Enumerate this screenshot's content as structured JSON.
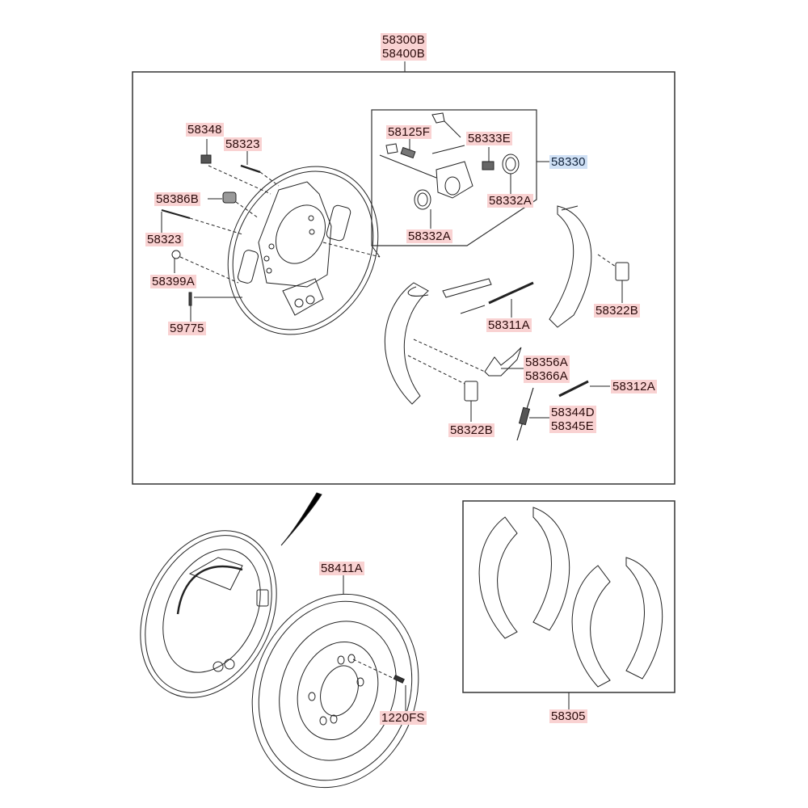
{
  "diagram": {
    "title": "Rear drum brake assembly – exploded parts view",
    "colors": {
      "label_highlight": "#f9d2d2",
      "selected_highlight": "#cfe0f5",
      "line": "#222222"
    },
    "assembly_labels": [
      "58300B",
      "58400B"
    ],
    "parts": {
      "p58348": "58348",
      "p58323_top": "58323",
      "p58386B": "58386B",
      "p58323_mid": "58323",
      "p58399A": "58399A",
      "p59775": "59775",
      "p58125F": "58125F",
      "p58333E": "58333E",
      "p58330": "58330",
      "p58332A_right": "58332A",
      "p58332A_left": "58332A",
      "p58311A": "58311A",
      "p58322B_right": "58322B",
      "p58356A": "58356A",
      "p58366A": "58366A",
      "p58312A": "58312A",
      "p58344D": "58344D",
      "p58345E": "58345E",
      "p58322B_left": "58322B",
      "p58411A": "58411A",
      "p1220FS": "1220FS",
      "p58305": "58305"
    },
    "selected_part": "58330"
  }
}
